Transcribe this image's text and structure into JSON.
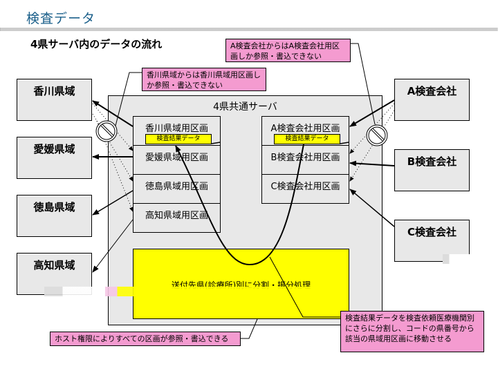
{
  "page": {
    "title": "検査データ",
    "subtitle": "4県サーバ内のデータの流れ"
  },
  "colors": {
    "title": "#1a5f8a",
    "box_fill": "#e8e8e8",
    "highlight": "#ffff00",
    "callout": "#f49bd0"
  },
  "prefectures": [
    {
      "label": "香川県域"
    },
    {
      "label": "愛媛県域"
    },
    {
      "label": "徳島県域"
    },
    {
      "label": "高知県域"
    }
  ],
  "companies": [
    {
      "label": "A検査会社"
    },
    {
      "label": "B検査会社"
    },
    {
      "label": "C検査会社"
    }
  ],
  "server": {
    "label": "4県共通サーバ",
    "pref_partitions": [
      {
        "label": "香川県域用区画"
      },
      {
        "label": "愛媛県域用区画"
      },
      {
        "label": "徳島県域用区画"
      },
      {
        "label": "高知県域用区画"
      }
    ],
    "company_partitions": [
      {
        "label": "A検査会社用区画"
      },
      {
        "label": "B検査会社用区画"
      },
      {
        "label": "C検査会社用区画"
      }
    ],
    "data_tag": "検査結果データ",
    "process": "送付先県(診療所)別に分割・振分処理"
  },
  "callouts": {
    "company_restriction": "A検査会社からはA検査会社用区画しか参照・書込できない",
    "pref_restriction": "香川県域からは香川県域用区画しか参照・書込できない",
    "host_access": "ホスト権限によりすべての区画が参照・書込できる",
    "distribution": "検査結果データを検査依頼医療機関別にさらに分割し、コードの県番号から該当の県域用区画に移動させる"
  },
  "icons": {
    "prohibited": "no-entry-icon"
  }
}
